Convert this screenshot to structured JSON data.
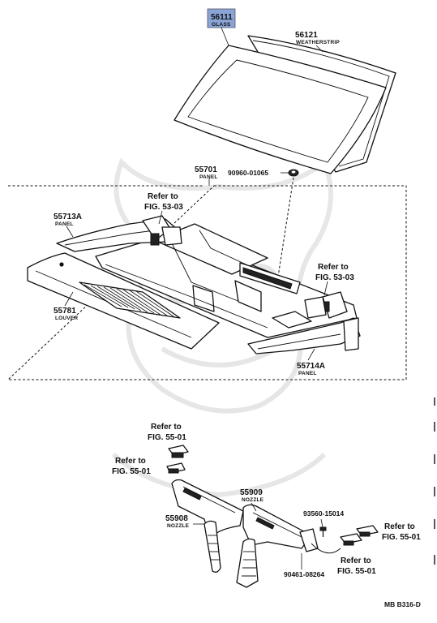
{
  "parts": [
    {
      "number": "56111",
      "name": "GLASS",
      "highlighted": true
    },
    {
      "number": "56121",
      "name": "WEATHERSTRIP"
    },
    {
      "number": "55701",
      "name": "PANEL"
    },
    {
      "number": "90960-01065",
      "name": ""
    },
    {
      "number": "55713A",
      "name": "PANEL"
    },
    {
      "number": "55781",
      "name": "LOUVER"
    },
    {
      "number": "55714A",
      "name": "PANEL"
    },
    {
      "number": "55909",
      "name": "NOZZLE"
    },
    {
      "number": "55908",
      "name": "NOZZLE"
    },
    {
      "number": "93560-15014",
      "name": ""
    },
    {
      "number": "90461-08264",
      "name": ""
    }
  ],
  "references": [
    {
      "text": "Refer to",
      "fig": "FIG. 53-03"
    },
    {
      "text": "Refer to",
      "fig": "FIG. 53-03"
    },
    {
      "text": "Refer to",
      "fig": "FIG. 55-01"
    },
    {
      "text": "Refer to",
      "fig": "FIG. 55-01"
    },
    {
      "text": "Refer to",
      "fig": "FIG. 55-01"
    },
    {
      "text": "Refer to",
      "fig": "FIG. 55-01"
    }
  ],
  "diagram_code": "MB  B316-D",
  "colors": {
    "highlight": "#8aa4d6",
    "line": "#111111",
    "watermark": "#e4e4e4"
  }
}
